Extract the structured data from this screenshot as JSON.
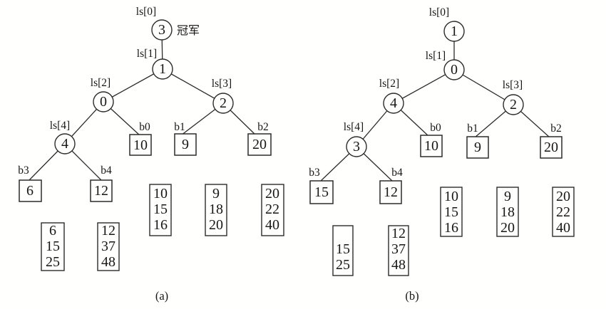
{
  "figure": {
    "background_color": "#fffffe",
    "ink_color": "#2e2c2a",
    "description": "Two loser-tree (tournament tree) diagrams for k-way merge"
  },
  "tree_a": {
    "caption": "(a)",
    "champion_label": "冠军",
    "nodes": [
      {
        "label": "ls[0]",
        "value": "3"
      },
      {
        "label": "ls[1]",
        "value": "1"
      },
      {
        "label": "ls[2]",
        "value": "0"
      },
      {
        "label": "ls[3]",
        "value": "2"
      },
      {
        "label": "ls[4]",
        "value": "4"
      }
    ],
    "leaves": [
      {
        "label": "b0",
        "value": "10",
        "list": [
          "10",
          "15",
          "16"
        ]
      },
      {
        "label": "b1",
        "value": "9",
        "list": [
          "9",
          "18",
          "20"
        ]
      },
      {
        "label": "b2",
        "value": "20",
        "list": [
          "20",
          "22",
          "40"
        ]
      },
      {
        "label": "b3",
        "value": "6",
        "list": [
          "6",
          "15",
          "25"
        ]
      },
      {
        "label": "b4",
        "value": "12",
        "list": [
          "12",
          "37",
          "48"
        ]
      }
    ]
  },
  "tree_b": {
    "caption": "(b)",
    "nodes": [
      {
        "label": "ls[0]",
        "value": "1"
      },
      {
        "label": "ls[1]",
        "value": "0"
      },
      {
        "label": "ls[2]",
        "value": "4"
      },
      {
        "label": "ls[3]",
        "value": "2"
      },
      {
        "label": "ls[4]",
        "value": "3"
      }
    ],
    "leaves": [
      {
        "label": "b0",
        "value": "10",
        "list": [
          "10",
          "15",
          "16"
        ]
      },
      {
        "label": "b1",
        "value": "9",
        "list": [
          "9",
          "18",
          "20"
        ]
      },
      {
        "label": "b2",
        "value": "20",
        "list": [
          "20",
          "22",
          "40"
        ]
      },
      {
        "label": "b3",
        "value": "15",
        "list": [
          "",
          "15",
          "25"
        ]
      },
      {
        "label": "b4",
        "value": "12",
        "list": [
          "12",
          "37",
          "48"
        ]
      }
    ]
  }
}
